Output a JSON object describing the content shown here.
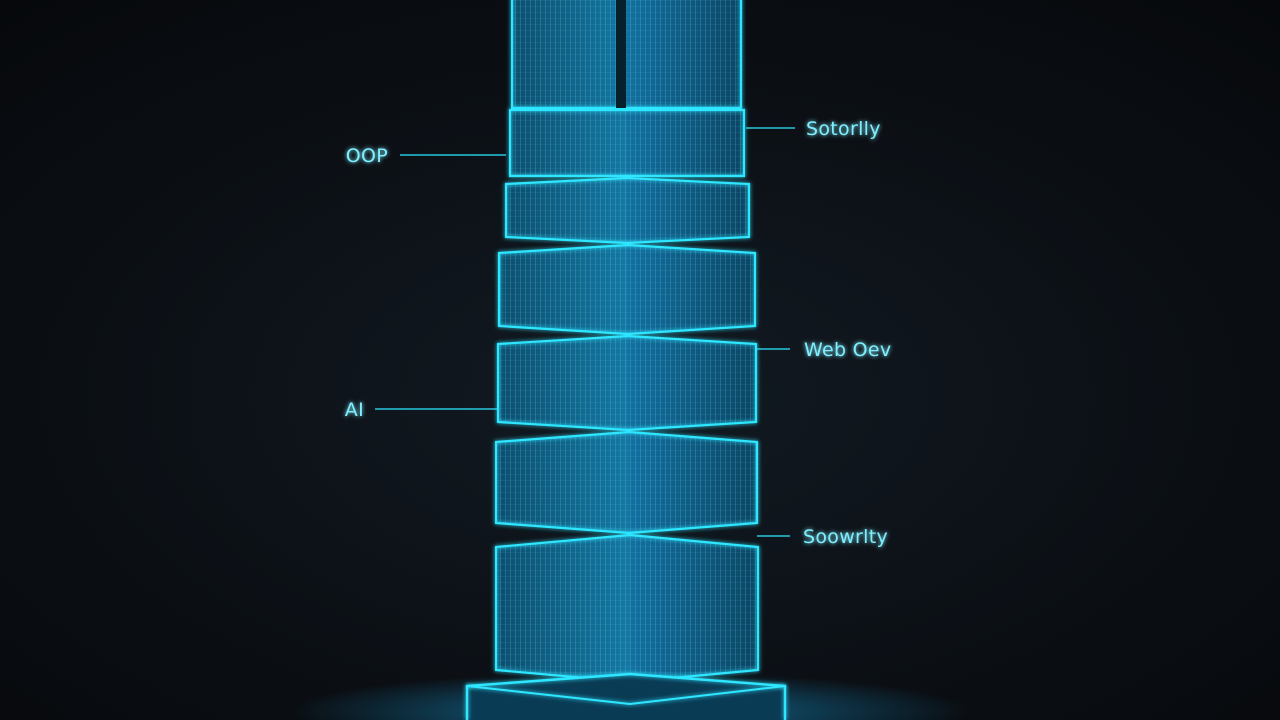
{
  "diagram": {
    "labels": {
      "oop": "OOP",
      "ai": "AI",
      "security_top": "Sotorlly",
      "web_dev": "Web Oev",
      "security_bottom": "Soowrlty"
    },
    "colors": {
      "background": "#0b0f14",
      "glow": "#2ee6ff",
      "panel_left": "#0f5e82",
      "panel_right": "#0d4d6c",
      "text": "#7fefff"
    },
    "tower": {
      "tier_count": 7
    }
  }
}
